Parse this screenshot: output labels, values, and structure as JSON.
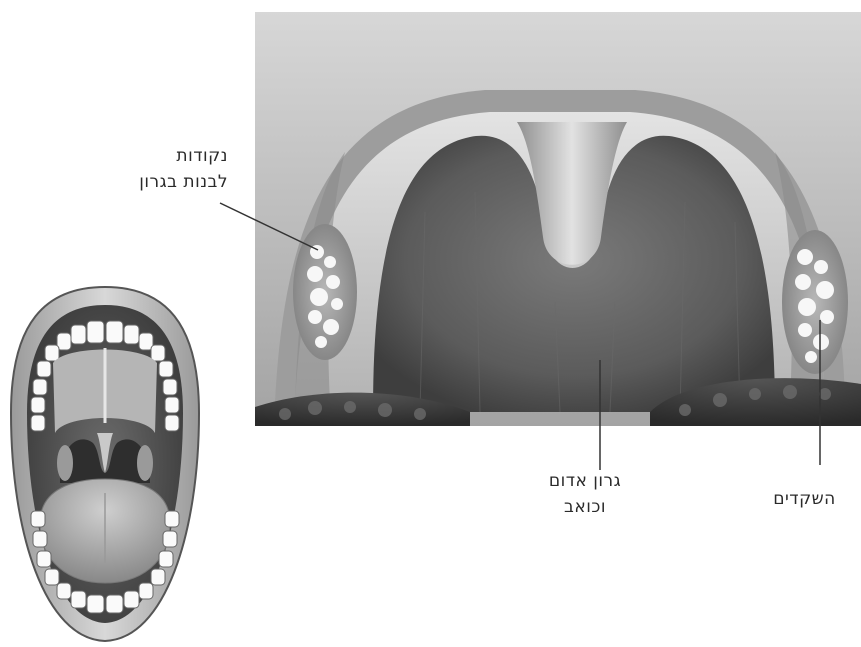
{
  "labels": {
    "white_spots": [
      "נקודות",
      "לבנות בגרון"
    ],
    "red_throat": [
      "גרון אדום",
      "וכואב"
    ],
    "tonsils": "השקדים"
  }
}
